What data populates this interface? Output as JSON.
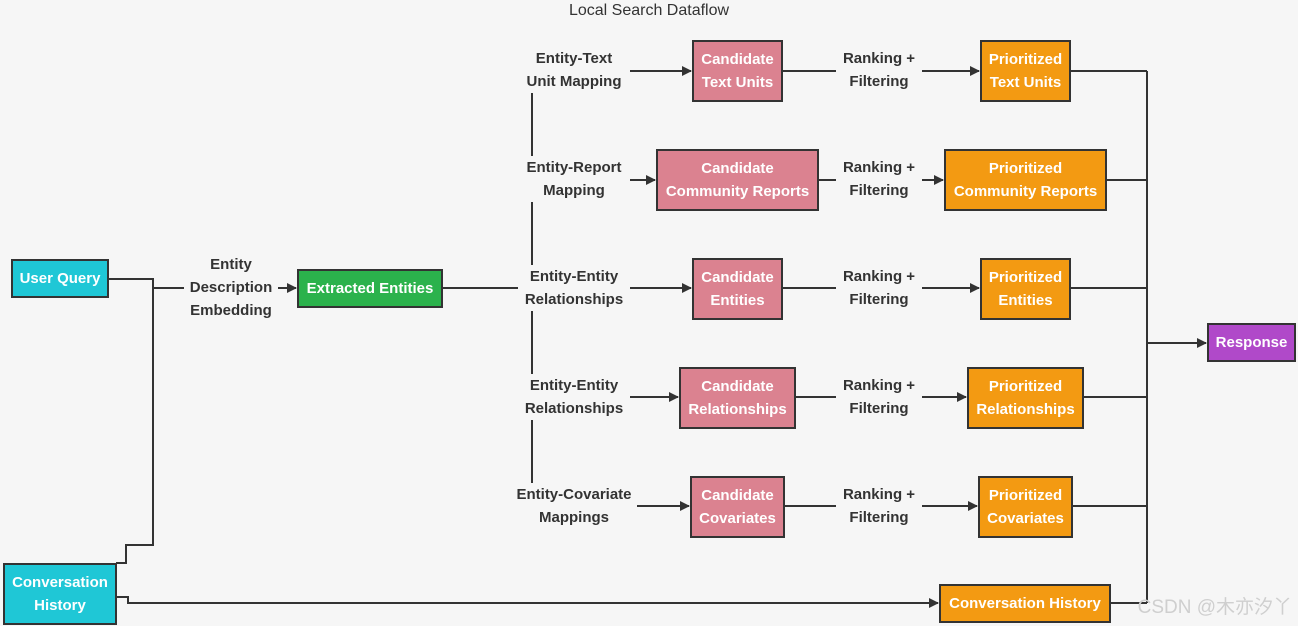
{
  "title": "Local Search Dataflow",
  "nodes": {
    "user_query": "User Query",
    "conversation_history_in": "Conversation\nHistory",
    "extracted_entities": "Extracted Entities",
    "candidate_text_units": "Candidate\nText Units",
    "candidate_community_reports": "Candidate\nCommunity Reports",
    "candidate_entities": "Candidate\nEntities",
    "candidate_relationships": "Candidate\nRelationships",
    "candidate_covariates": "Candidate\nCovariates",
    "prioritized_text_units": "Prioritized\nText Units",
    "prioritized_community_reports": "Prioritized\nCommunity Reports",
    "prioritized_entities": "Prioritized\nEntities",
    "prioritized_relationships": "Prioritized\nRelationships",
    "prioritized_covariates": "Prioritized\nCovariates",
    "conversation_history_out": "Conversation History",
    "response": "Response"
  },
  "edge_labels": {
    "entity_description_embedding": "Entity\nDescription\nEmbedding",
    "entity_text_unit_mapping": "Entity-Text\nUnit Mapping",
    "entity_report_mapping": "Entity-Report\nMapping",
    "entity_entity_relationships_1": "Entity-Entity\nRelationships",
    "entity_entity_relationships_2": "Entity-Entity\nRelationships",
    "entity_covariate_mappings": "Entity-Covariate\nMappings",
    "ranking_filtering_1": "Ranking +\nFiltering",
    "ranking_filtering_2": "Ranking +\nFiltering",
    "ranking_filtering_3": "Ranking +\nFiltering",
    "ranking_filtering_4": "Ranking +\nFiltering",
    "ranking_filtering_5": "Ranking +\nFiltering"
  },
  "watermark": "CSDN @木亦汐丫",
  "colors": {
    "input": "#1fc7d6",
    "extracted": "#2bb24c",
    "candidate": "#db8290",
    "prioritized": "#f39a12",
    "response": "#b049c9",
    "edge": "#333333"
  }
}
